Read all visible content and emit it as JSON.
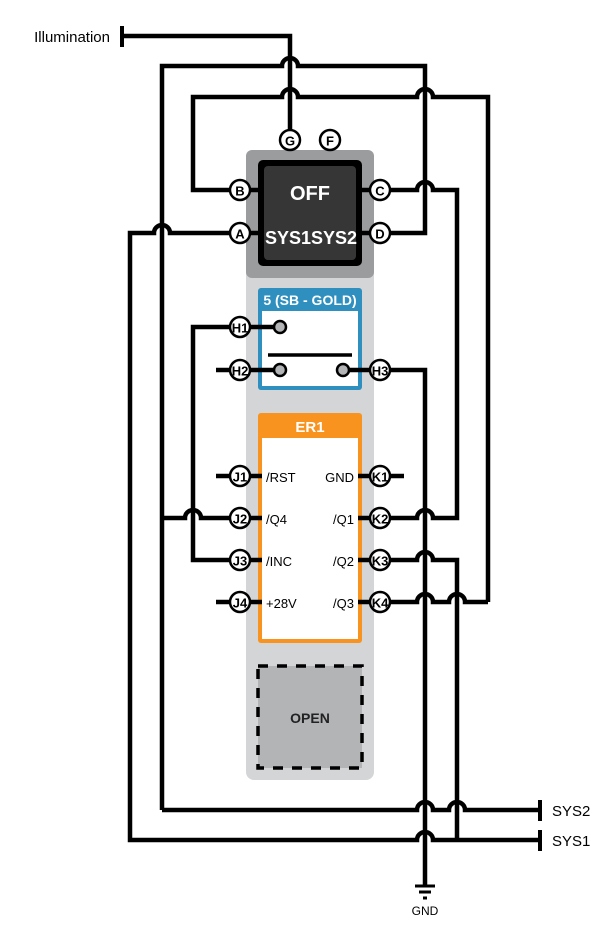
{
  "diagram": {
    "terminals": {
      "illumination": "Illumination",
      "sys2": "SYS2",
      "sys1": "SYS1",
      "gnd": "GND"
    },
    "switch": {
      "top_label": "OFF",
      "left_label": "SYS1",
      "right_label": "SYS2",
      "pins": {
        "G": "G",
        "F": "F",
        "B": "B",
        "A": "A",
        "C": "C",
        "D": "D"
      }
    },
    "relay": {
      "title": "5 (SB - GOLD)",
      "pins": {
        "H1": "H1",
        "H2": "H2",
        "H3": "H3"
      },
      "color": "#2f8fbf"
    },
    "module": {
      "title": "ER1",
      "color": "#f7931e",
      "left_pins": [
        {
          "pin": "J1",
          "label": "/RST"
        },
        {
          "pin": "J2",
          "label": "/Q4"
        },
        {
          "pin": "J3",
          "label": "/INC"
        },
        {
          "pin": "J4",
          "label": "+28V"
        }
      ],
      "right_pins": [
        {
          "pin": "K1",
          "label": "GND"
        },
        {
          "pin": "K2",
          "label": "/Q1"
        },
        {
          "pin": "K3",
          "label": "/Q2"
        },
        {
          "pin": "K4",
          "label": "/Q3"
        }
      ]
    },
    "open_slot": {
      "label": "OPEN"
    },
    "colors": {
      "panel": "#d4d5d7",
      "switch_outer": "#9b9c9e",
      "switch_body": "#363636",
      "open_fill": "#b3b4b6"
    }
  }
}
